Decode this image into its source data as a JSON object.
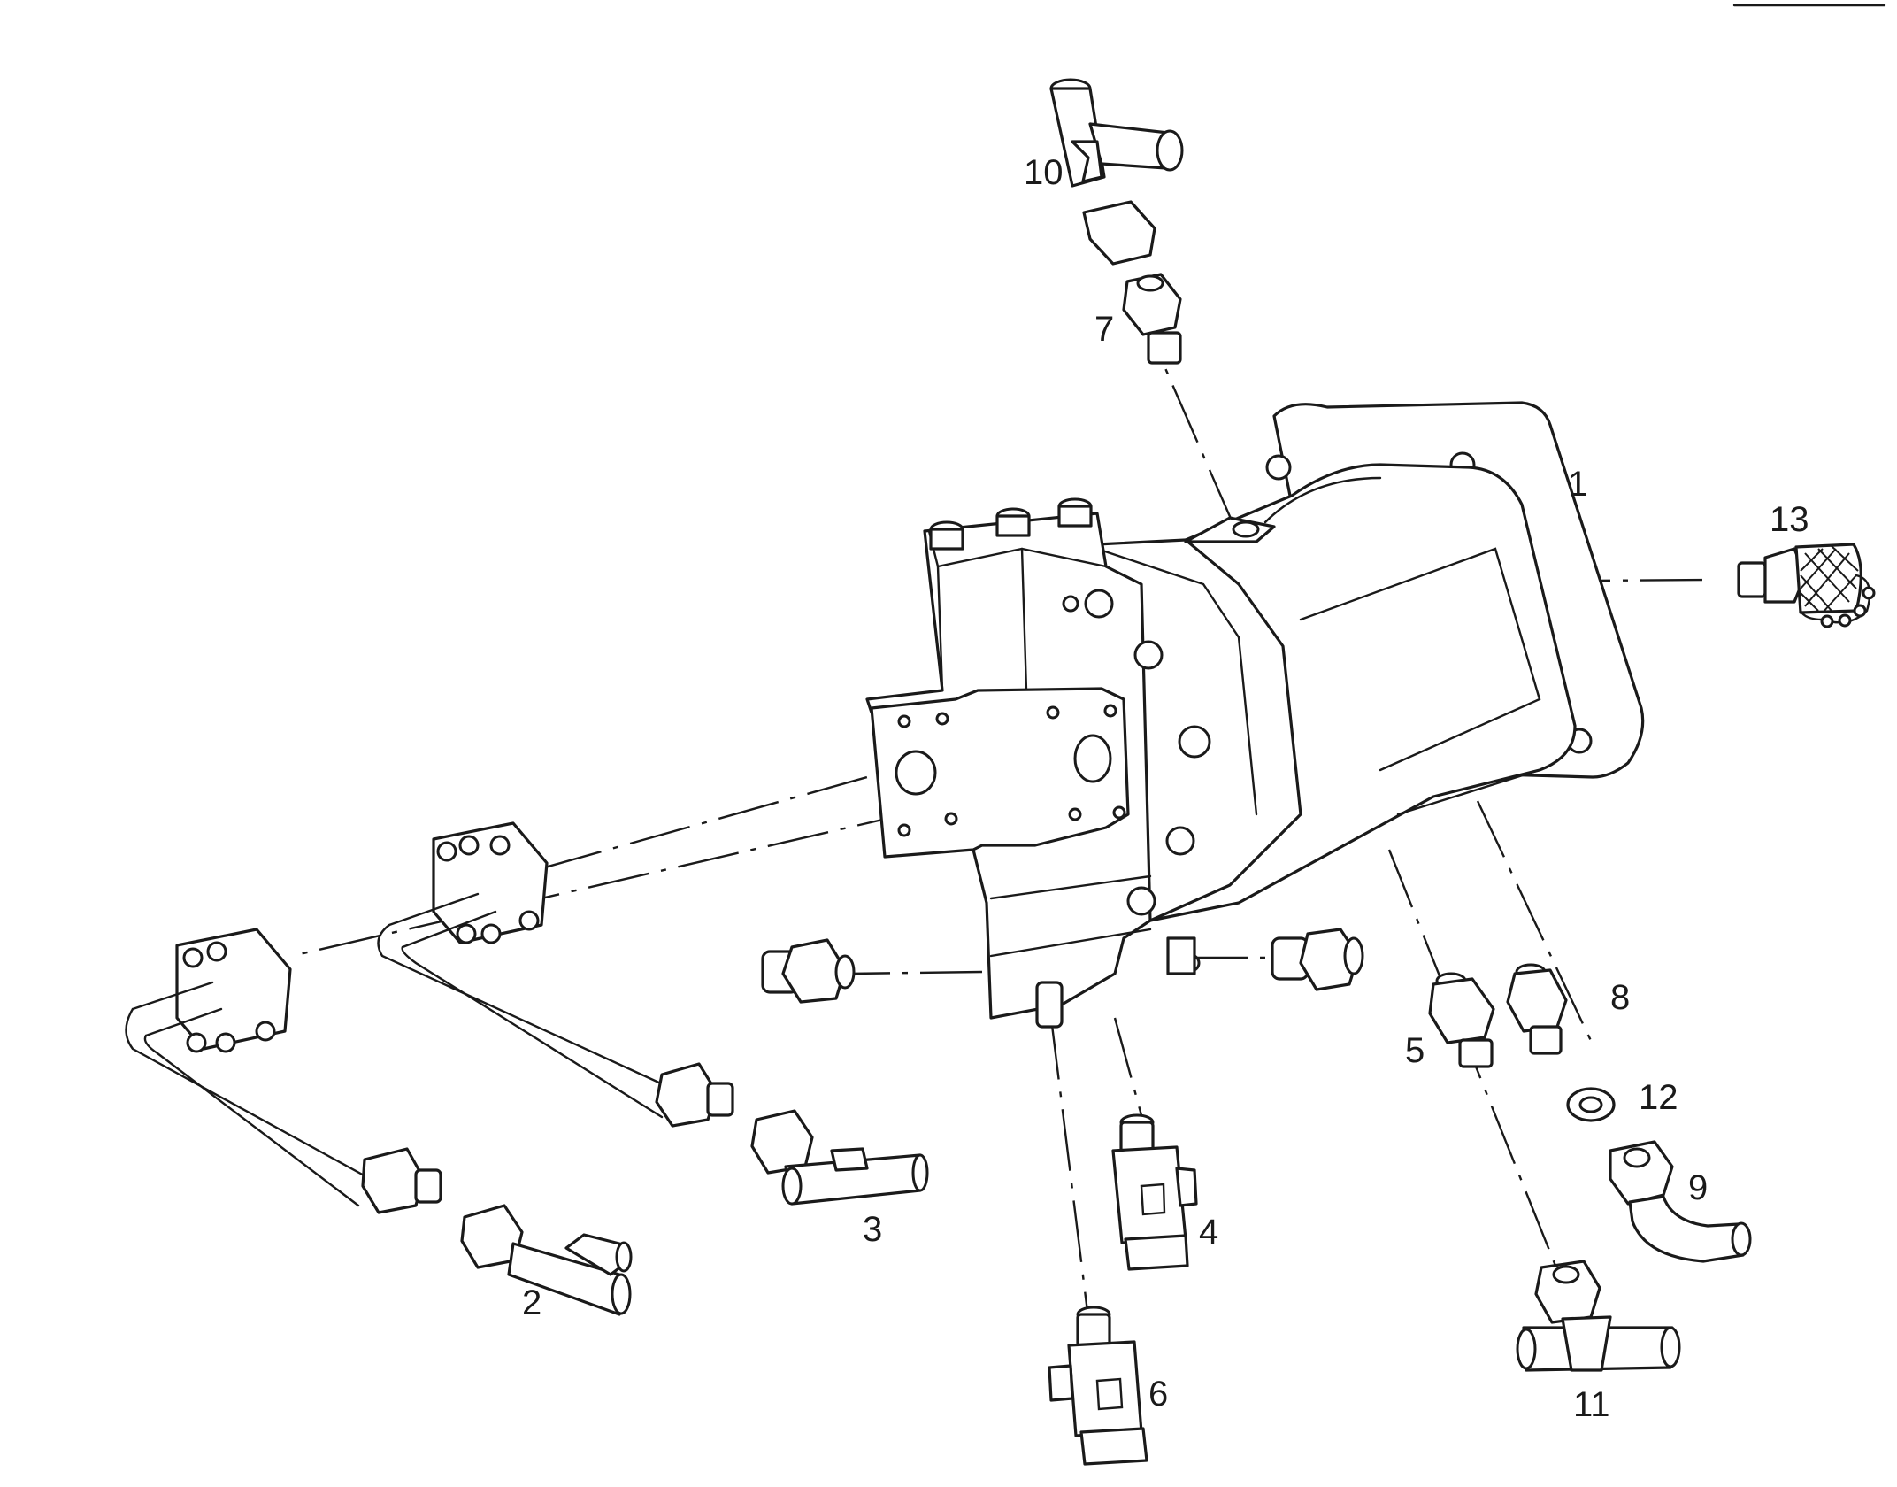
{
  "callouts": [
    {
      "label": "1"
    },
    {
      "label": "2"
    },
    {
      "label": "3"
    },
    {
      "label": "4"
    },
    {
      "label": "5"
    },
    {
      "label": "6"
    },
    {
      "label": "7"
    },
    {
      "label": "8"
    },
    {
      "label": "9"
    },
    {
      "label": "10"
    },
    {
      "label": "11"
    },
    {
      "label": "12"
    },
    {
      "label": "13"
    }
  ]
}
